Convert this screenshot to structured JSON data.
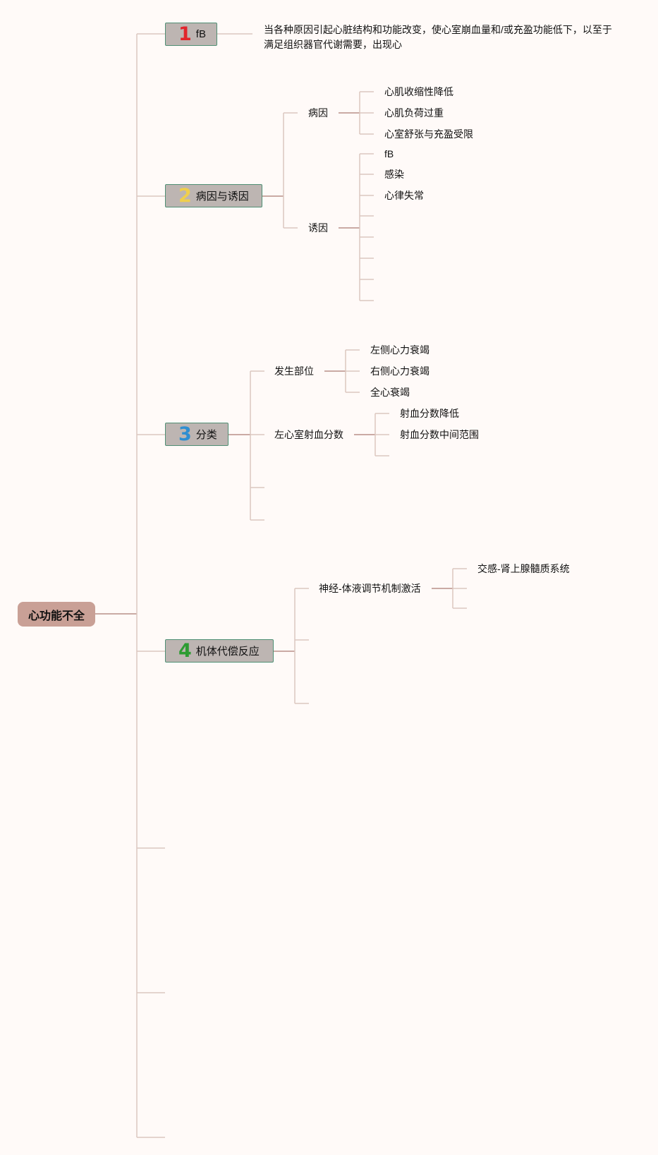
{
  "root": {
    "label": "心功能不全"
  },
  "topics": [
    {
      "number": "1",
      "label": "fB",
      "color": "#e1252c"
    },
    {
      "number": "2",
      "label": "病因与诱因",
      "color": "#f0cf4c"
    },
    {
      "number": "3",
      "label": "分类",
      "color": "#2e8ed1"
    },
    {
      "number": "4",
      "label": "机体代偿反应",
      "color": "#2d9c32"
    }
  ],
  "definition": "当各种原因引起心脏结构和功能改变，使心室崩血量和/或充盈功能低下，以至于满足组织器官代谢需要，出现心",
  "etiology": {
    "cause_label": "病因",
    "causes": [
      "心肌收缩性降低",
      "心肌负荷过重",
      "心室舒张与充盈受限"
    ],
    "trigger_label": "诱因",
    "triggers": [
      "fB",
      "感染",
      "心律失常"
    ]
  },
  "classification": {
    "site_label": "发生部位",
    "sites": [
      "左侧心力衰竭",
      "右侧心力衰竭",
      "全心衰竭"
    ],
    "ef_label": "左心室射血分数",
    "ef_items": [
      "射血分数降低",
      "射血分数中间范围"
    ]
  },
  "compensation": {
    "neuro_label": "神经-体液调节机制激活",
    "neuro_items": [
      "交感-肾上腺髓质系统"
    ]
  },
  "colors": {
    "background": "#fffaf8",
    "root": "#c9a096",
    "topic_fill": "#bdb5b2",
    "topic_border": "#4f8f74",
    "line": "#d8c0b8",
    "stem": "#b89088"
  }
}
